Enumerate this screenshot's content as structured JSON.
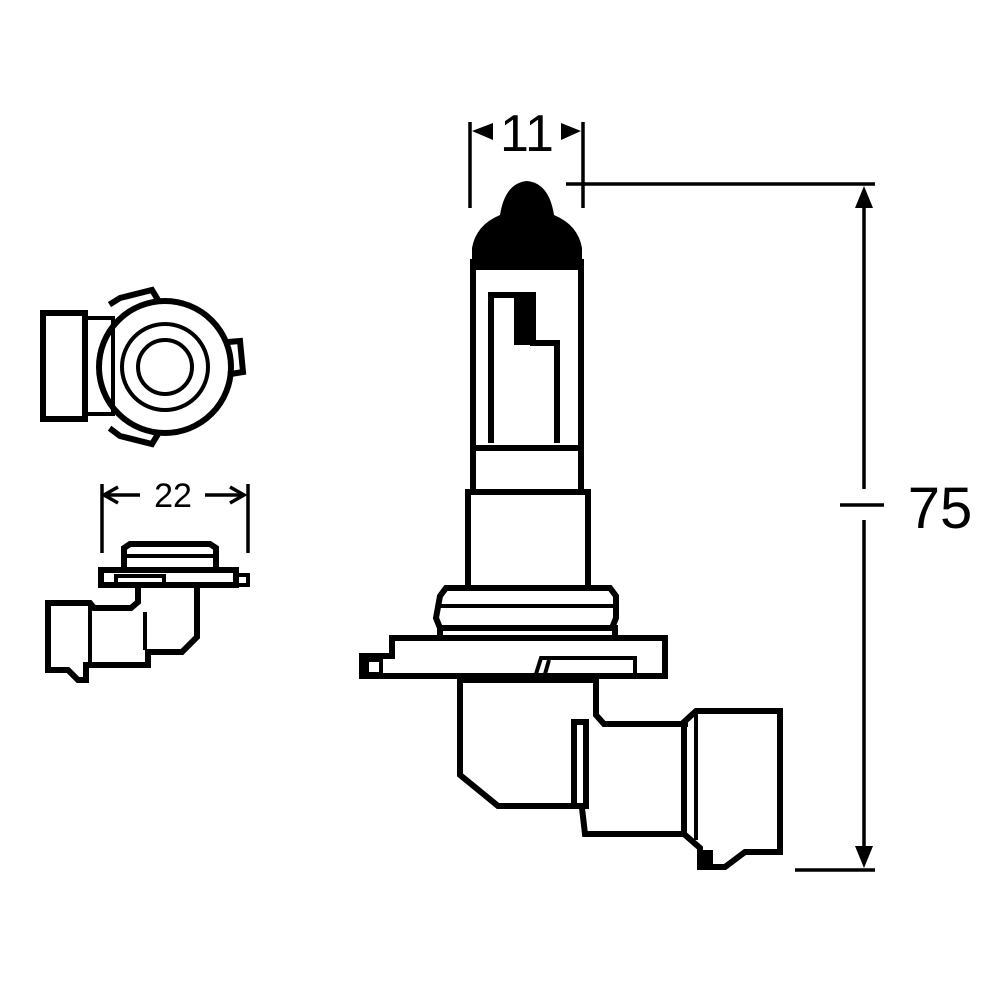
{
  "drawing": {
    "subject": "Halogen headlamp bulb technical drawing",
    "stroke_color": "#000000",
    "background_color": "#ffffff"
  },
  "dimensions": {
    "bulb_diameter": {
      "value": "11",
      "position": "top"
    },
    "overall_length": {
      "value": "75",
      "position": "right"
    },
    "base_width": {
      "value": "22",
      "position": "left-side-view"
    }
  },
  "views": [
    {
      "name": "end-view",
      "description": "Top-down view of connector and base flange"
    },
    {
      "name": "small-side-view",
      "description": "Side view of base with connector"
    },
    {
      "name": "main-side-view",
      "description": "Full lamp side view with capsule and filament"
    }
  ]
}
